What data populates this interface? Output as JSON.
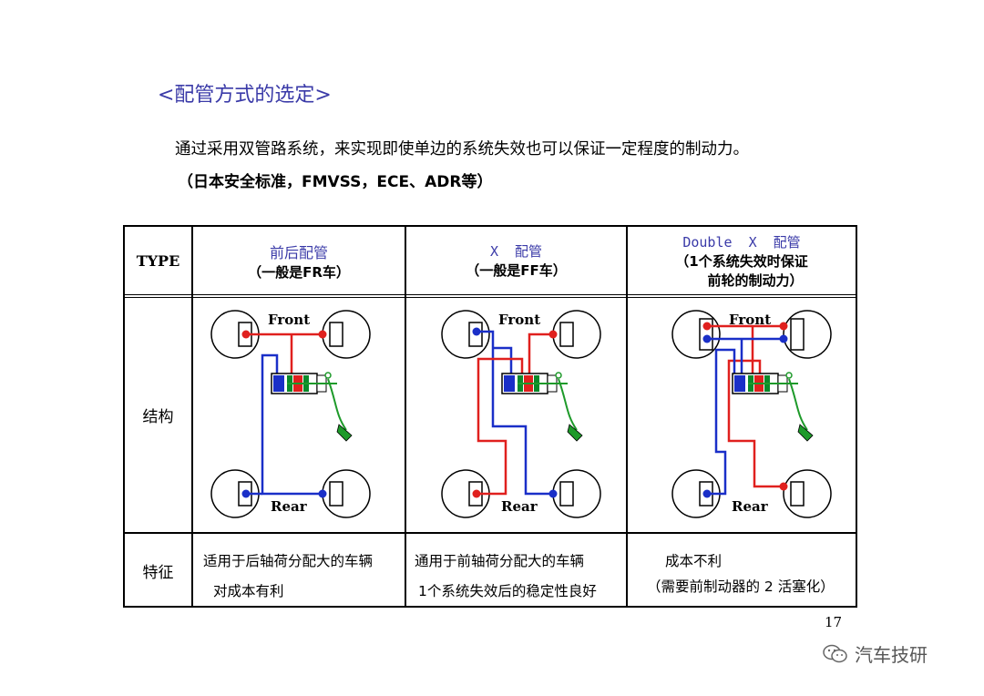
{
  "title": "<配管方式的选定>",
  "intro": {
    "line1": "通过采用双管路系统，来实现即使单边的系统失效也可以保证一定程度的制动力。",
    "line2": "（日本安全标准，FMVSS，ECE、ADR等）"
  },
  "table": {
    "type_header": "TYPE",
    "row_structure_label": "结构",
    "row_feature_label": "特征",
    "columns": [
      {
        "name": "前后配管",
        "sub": [
          "（一般是FR车）"
        ],
        "diagram": {
          "front_label": "Front",
          "rear_label": "Rear",
          "scheme": "front-rear"
        },
        "features": [
          "适用于后轴荷分配大的车辆",
          "对成本有利"
        ]
      },
      {
        "name": "X  配管",
        "sub": [
          "（一般是FF车）"
        ],
        "diagram": {
          "front_label": "Front",
          "rear_label": "Rear",
          "scheme": "x-split"
        },
        "features": [
          "通用于前轴荷分配大的车辆",
          "1个系统失效后的稳定性良好"
        ]
      },
      {
        "name": "Double  X  配管",
        "sub": [
          "（1个系统失效时保证",
          "前轮的制动力）"
        ],
        "diagram": {
          "front_label": "Front",
          "rear_label": "Rear",
          "scheme": "double-x"
        },
        "features": [
          "成本不利",
          "（需要前制动器的 2 活塞化）"
        ]
      }
    ]
  },
  "page_number": "17",
  "watermark": "汽车技研",
  "colors": {
    "title": "#3a3aa8",
    "line_red": "#e0201e",
    "line_blue": "#1a2fc8",
    "pedal_green": "#1e9a2a"
  }
}
